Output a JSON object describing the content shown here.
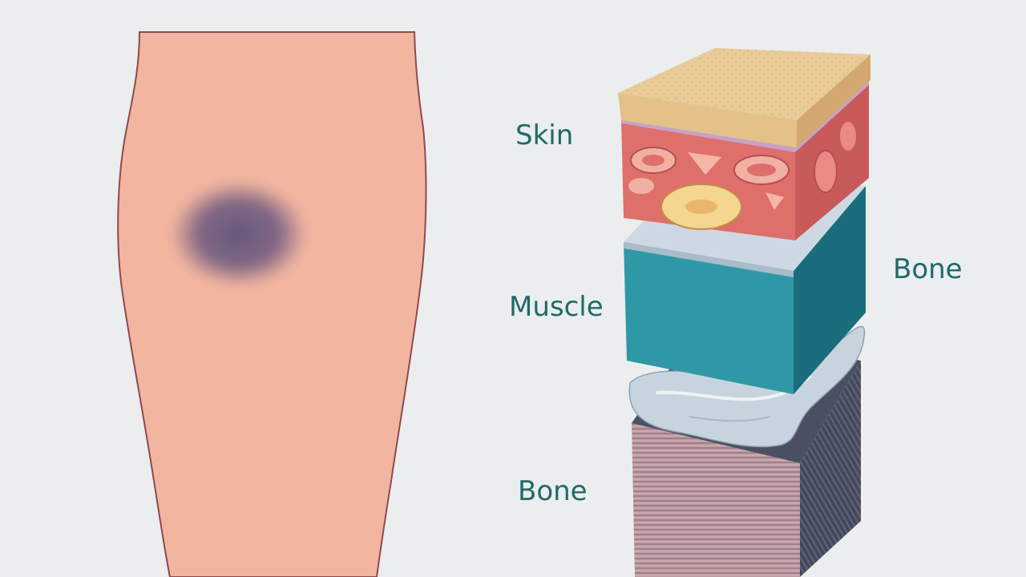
{
  "labels": {
    "skin": "Skin",
    "muscle": "Muscle",
    "bone_right": "Bone",
    "bone_lower": "Bone"
  },
  "colors": {
    "background": "#ebedef",
    "leg_skin": "#f2b6a0",
    "leg_outline": "#8e4a4e",
    "bruise": "#6a5a7e",
    "skin_surface": "#e8c894",
    "skin_dermis": "#de6f6a",
    "muscle_layer": "#2c94a3",
    "muscle_top": "#c9d6e2",
    "connective_tissue": "#c6d3dc",
    "bone_layer": "#b9989f",
    "label_text": "#1f6a6a"
  },
  "icons": {
    "leg": "leg-illustration-icon",
    "bruise": "bruise-icon",
    "tissue_stack": "tissue-layers-icon"
  }
}
